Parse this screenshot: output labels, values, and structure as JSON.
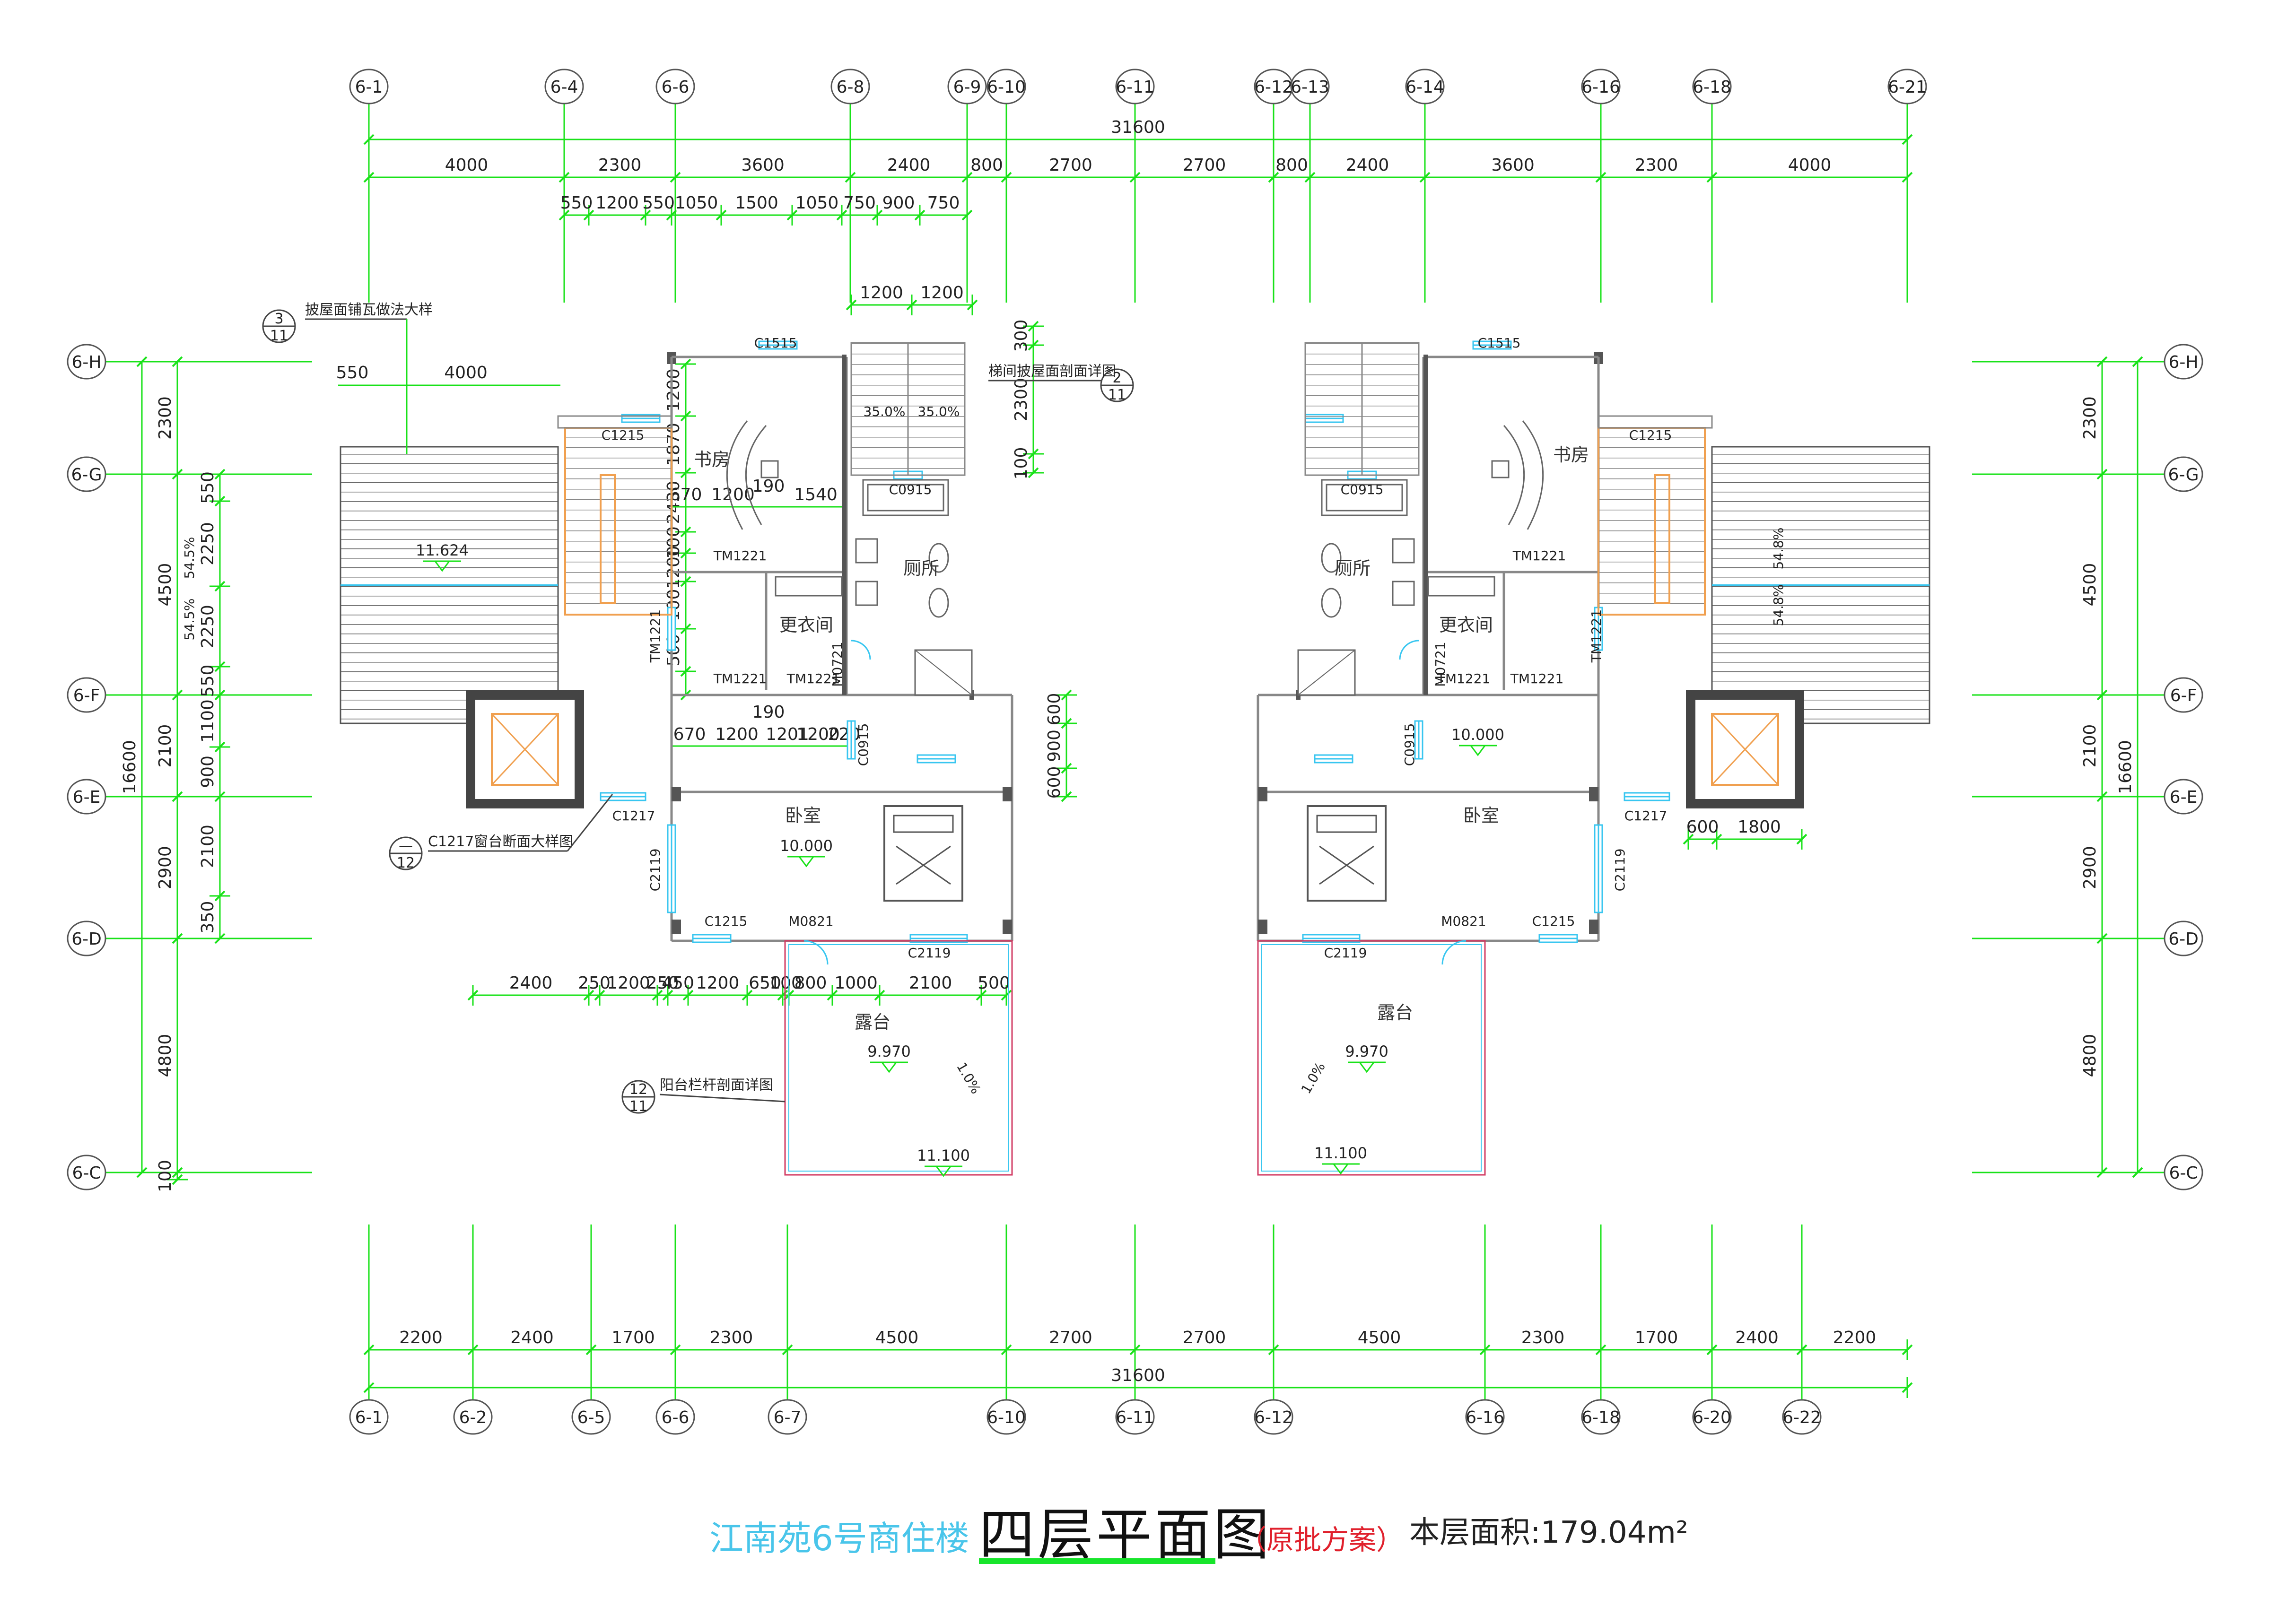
{
  "drawing": {
    "project": "江南苑6号商住楼",
    "title": "四层平面图",
    "scheme": "（原批方案）",
    "area_label": "本层面积:",
    "area_value": "179.04m²"
  },
  "colors": {
    "dim": "#19e219",
    "wall": "#555555",
    "window": "#38c6f0",
    "stair": "#f0a050",
    "rail": "#d23c64",
    "text": "#222222"
  },
  "axes": {
    "top": [
      "6-1",
      "6-4",
      "6-6",
      "6-8",
      "6-9",
      "6-10",
      "6-11",
      "6-12",
      "6-13",
      "6-14",
      "6-16",
      "6-18",
      "6-21"
    ],
    "bottom": [
      "6-1",
      "6-2",
      "6-5",
      "6-6",
      "6-7",
      "6-10",
      "6-11",
      "6-12",
      "6-16",
      "6-18",
      "6-20",
      "6-22"
    ],
    "rows": [
      "6-H",
      "6-G",
      "6-F",
      "6-E",
      "6-D",
      "6-C"
    ]
  },
  "dims": {
    "top_total": "31600",
    "top_row1": [
      "4000",
      "2300",
      "3600",
      "2400",
      "800",
      "2700",
      "2700",
      "800",
      "2400",
      "3600",
      "2300",
      "4000"
    ],
    "top_row2": [
      "550",
      "1200",
      "550",
      "1050",
      "1500",
      "1050",
      "750",
      "900",
      "750"
    ],
    "top_row3": [
      "1200",
      "1200"
    ],
    "bottom_total": "31600",
    "bottom_row": [
      "2200",
      "2400",
      "1700",
      "2300",
      "4500",
      "2700",
      "2700",
      "4500",
      "2300",
      "1700",
      "2400",
      "2200"
    ],
    "left_total": "16600",
    "left_outer": [
      "2300",
      "4500",
      "2100",
      "2900",
      "4800",
      "100"
    ],
    "left_inner": [
      "550",
      "2250",
      "2250",
      "550",
      "1100",
      "900",
      "2100",
      "350"
    ],
    "right_total": "16600",
    "right_outer": [
      "2300",
      "4500",
      "2100",
      "2900",
      "4800"
    ],
    "under_plan": [
      "2400",
      "250",
      "1200",
      "250",
      "450",
      "1200",
      "650",
      "100",
      "800",
      "1000",
      "2100",
      "500"
    ],
    "misc": [
      "550",
      "4000",
      "1200",
      "1870",
      "2430",
      "1200",
      "100",
      "500",
      "670",
      "1200",
      "1540",
      "190",
      "670",
      "1200",
      "1201",
      "1200",
      "220",
      "190",
      "600",
      "900",
      "600",
      "300",
      "2300",
      "100",
      "600",
      "1800"
    ]
  },
  "rooms": {
    "study": "书房",
    "toilet": "厕所",
    "closet": "更衣间",
    "bedroom": "卧室",
    "terrace": "露台"
  },
  "tags": {
    "C1515": "C1515",
    "C1215": "C1215",
    "C0915": "C0915",
    "TM1221": "TM1221",
    "M0721": "M0721",
    "C1217": "C1217",
    "C2119": "C2119",
    "M0821": "M0821"
  },
  "levels": {
    "roof": "11.624",
    "floor": "10.000",
    "terrace": "9.970",
    "terrace_edge": "11.100"
  },
  "slopes": {
    "s35": "35.0%",
    "s545": "54.5%",
    "s548": "54.8%",
    "s10": "1.0%"
  },
  "notes": {
    "roof_tile": "披屋面铺瓦做法大样",
    "stair_roof": "梯间披屋面剖面详图",
    "window_sill": "C1217窗台断面大样图",
    "rail": "阳台栏杆剖面详图"
  },
  "detail_refs": {
    "r1": {
      "num": "3",
      "sheet": "11"
    },
    "r2": {
      "num": "2",
      "sheet": "11"
    },
    "r3": {
      "num": "—",
      "sheet": "12"
    },
    "r4": {
      "num": "12",
      "sheet": "11"
    }
  }
}
